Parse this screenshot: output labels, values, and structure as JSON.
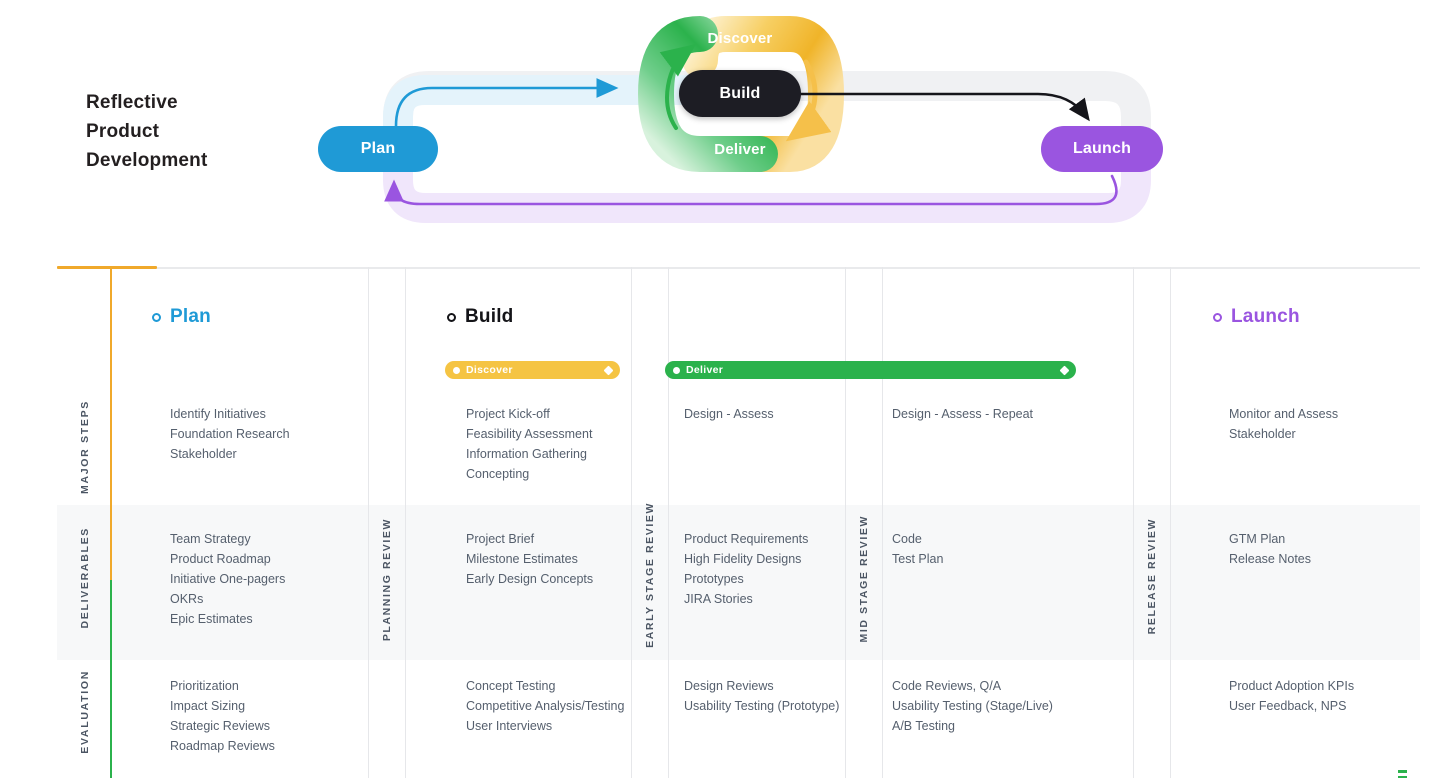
{
  "hero": {
    "title_lines": [
      "Reflective",
      "Product",
      "Development"
    ],
    "nodes": {
      "plan": "Plan",
      "build": "Build",
      "discover": "Discover",
      "deliver": "Deliver",
      "launch": "Launch"
    },
    "colors": {
      "plan": "#1f9ad6",
      "build": "#1d1d24",
      "discover": "#f0b429",
      "deliver": "#2bb24c",
      "launch": "#9a55e0",
      "plan_track": "#e4f3fb",
      "launch_track": "#f0e6fb",
      "build_track": "#f0f1f3"
    }
  },
  "table": {
    "row_labels": [
      "MAJOR STEPS",
      "DELIVERABLES",
      "EVALUATION"
    ],
    "review_gates": [
      "PLANNING REVIEW",
      "EARLY STAGE REVIEW",
      "MID STAGE REVIEW",
      "RELEASE REVIEW"
    ],
    "sections": [
      {
        "label": "Plan",
        "color": "#1f9ad6"
      },
      {
        "label": "Build",
        "color": "#141418"
      },
      {
        "label": "Launch",
        "color": "#9a55e0"
      }
    ],
    "stage_bars": [
      {
        "label": "Discover",
        "color": "#f5c443"
      },
      {
        "label": "Deliver",
        "color": "#2bb24c"
      }
    ],
    "cells": {
      "major_steps": {
        "plan": [
          "Identify Initiatives",
          "Foundation Research",
          "Stakeholder"
        ],
        "build_1": [
          "Project Kick-off",
          "Feasibility Assessment",
          "Information Gathering",
          "Concepting"
        ],
        "build_2": [
          "Design - Assess"
        ],
        "build_3": [
          "Design - Assess - Repeat"
        ],
        "launch": [
          "Monitor and Assess",
          "Stakeholder"
        ]
      },
      "deliverables": {
        "plan": [
          "Team Strategy",
          "Product Roadmap",
          "Initiative One-pagers",
          "OKRs",
          "Epic Estimates"
        ],
        "build_1": [
          "Project Brief",
          "Milestone Estimates",
          "Early Design Concepts"
        ],
        "build_2": [
          "Product Requirements",
          "High Fidelity Designs",
          "Prototypes",
          "JIRA Stories"
        ],
        "build_3": [
          "Code",
          "Test Plan"
        ],
        "launch": [
          "GTM Plan",
          "Release Notes"
        ]
      },
      "evaluation": {
        "plan": [
          "Prioritization",
          "Impact Sizing",
          "Strategic Reviews",
          "Roadmap Reviews"
        ],
        "build_1": [
          "Concept Testing",
          "Competitive Analysis/Testing",
          "User Interviews"
        ],
        "build_2": [
          "Design Reviews",
          "Usability Testing (Prototype)"
        ],
        "build_3": [
          "Code Reviews, Q/A",
          "Usability Testing (Stage/Live)",
          "A/B Testing"
        ],
        "launch": [
          "Product Adoption KPIs",
          "User Feedback, NPS"
        ]
      }
    }
  }
}
